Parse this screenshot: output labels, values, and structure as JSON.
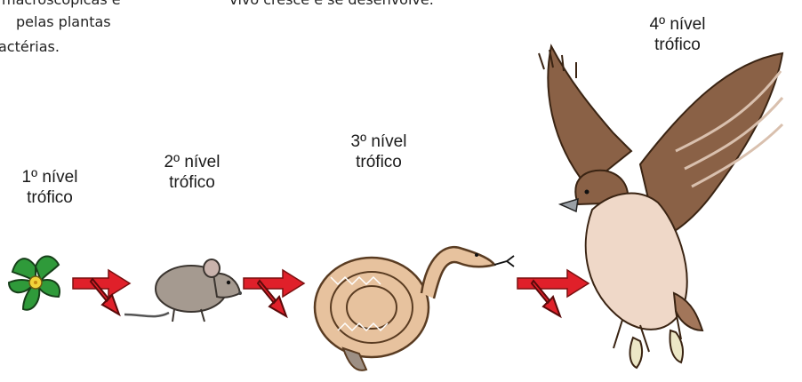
{
  "text_fragments": {
    "left_line1": "macroscópicas    e",
    "left_line2": "pelas         plantas",
    "left_line3": "actérias.",
    "top_center": "vivo cresce e se desenvolve."
  },
  "levels": [
    {
      "line1": "1º nível",
      "line2": "trófico",
      "organism": "flower"
    },
    {
      "line1": "2º nível",
      "line2": "trófico",
      "organism": "mouse"
    },
    {
      "line1": "3º nível",
      "line2": "trófico",
      "organism": "snake"
    },
    {
      "line1": "4º nível",
      "line2": "trófico",
      "organism": "hawk"
    }
  ],
  "colors": {
    "arrow": "#e0202a",
    "arrow_outline": "#7a1010",
    "flower_leaf": "#2f9a3a",
    "flower_center": "#f2d33a",
    "mouse": "#a59a90",
    "snake": "#e7c29e",
    "hawk_dark": "#8a6146",
    "hawk_light": "#efd8c8"
  }
}
